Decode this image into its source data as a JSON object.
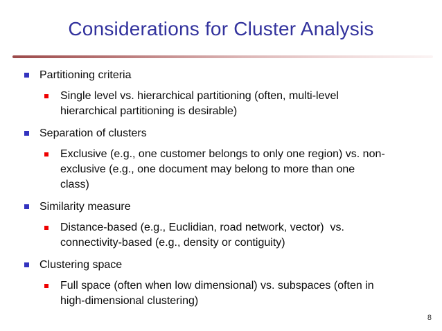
{
  "slide": {
    "title": "Considerations for Cluster Analysis",
    "page_number": "8",
    "colors": {
      "title_text": "#32329d",
      "body_text": "#0b0b0b",
      "level1_bullet": "#3333bf",
      "level2_bullet": "#ee0000",
      "rule_gradient_start": "#9c4a4a",
      "rule_gradient_end": "#fbf4f4",
      "background": "#ffffff"
    },
    "bullets": [
      {
        "label": "Partitioning criteria",
        "sub_lines": [
          "Single level vs. hierarchical partitioning (often, multi-level",
          "hierarchical partitioning is desirable)"
        ]
      },
      {
        "label": "Separation of clusters",
        "sub_lines": [
          "Exclusive (e.g., one customer belongs to only one region) vs. non-",
          "exclusive (e.g., one document may belong to more than one",
          "class)"
        ]
      },
      {
        "label": "Similarity measure",
        "sub_lines": [
          "Distance-based (e.g., Euclidian, road network, vector)  vs.",
          "connectivity-based (e.g., density or contiguity)"
        ]
      },
      {
        "label": "Clustering space",
        "sub_lines": [
          "Full space (often when low dimensional) vs. subspaces (often in",
          "high-dimensional clustering)"
        ]
      }
    ]
  }
}
